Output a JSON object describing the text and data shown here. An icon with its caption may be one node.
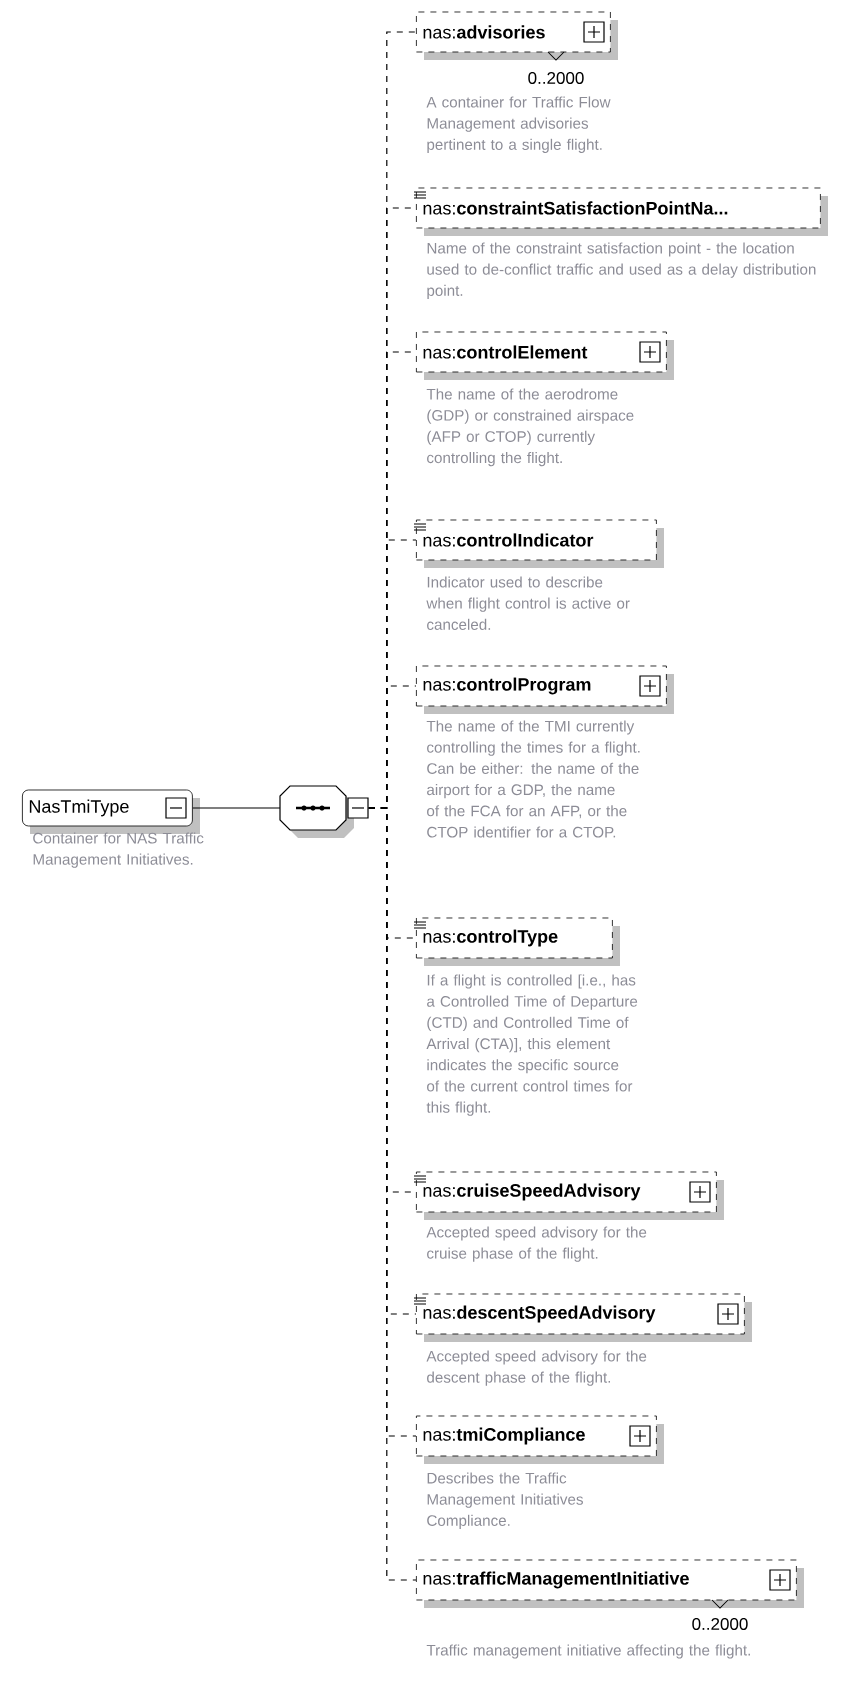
{
  "diagram": {
    "nodes": [
      {
        "text": [
          "NasTmiType"
        ],
        "beside": [
          "Container for NAS Traffic Management Initiatives."
        ]
      },
      {
        "text": [],
        "shape": "octagon"
      },
      {
        "text": [
          "nas:**advisories**"
        ],
        "beside": [
          "0..2000",
          "A container for Traffic Flow Management advisories pertinent to a single flight."
        ]
      },
      {
        "text": [
          "nas:**constraintSatisfactionPointNa...**"
        ],
        "beside": [
          "Name of the constraint satisfaction point - the location used to de-conflict traffic and used as a delay distribution point."
        ]
      },
      {
        "text": [
          "nas:**controlElement**"
        ],
        "beside": [
          "The name of the aerodrome (GDP) or constrained airspace (AFP or CTOP) currently controlling the flight."
        ]
      },
      {
        "text": [
          "nas:**controlIndicator**"
        ],
        "beside": [
          "Indicator used to describe when flight control is active or canceled."
        ]
      },
      {
        "text": [
          "nas:**controlProgram**"
        ],
        "beside": [
          "The name of the TMI currently controlling the times for a flight.  Can be either: the name of the airport for a GDP, the name of the FCA for an AFP, or the CTOP identifier for a CTOP."
        ]
      },
      {
        "text": [
          "nas:**controlType**"
        ],
        "beside": [
          "If a flight is controlled [i.e., has a Controlled Time of Departure (CTD) and Controlled Time of Arrival (CTA)], this element indicates the specific source of the current control times for this flight."
        ]
      },
      {
        "text": [
          "nas:**cruiseSpeedAdvisory**"
        ],
        "beside": [
          "Accepted speed advisory for the cruise phase of the flight."
        ]
      },
      {
        "text": [
          "nas:**descentSpeedAdvisory**"
        ],
        "beside": [
          "Accepted speed advisory for the descent phase of the flight."
        ]
      },
      {
        "text": [
          "nas:**tmiCompliance**"
        ],
        "beside": [
          "Describes the Traffic Management Initiatives Compliance."
        ]
      },
      {
        "text": [
          "nas:**trafficManagementInitiative**"
        ],
        "beside": [
          "0..2000",
          "Traffic management initiative affecting the flight."
        ]
      }
    ],
    "edges": [
      {
        "from": 0,
        "to": 1,
        "arrow": "none"
      },
      {
        "from": 1,
        "to": 2,
        "arrow": "none",
        "style": "dashed"
      },
      {
        "from": 1,
        "to": 3,
        "arrow": "none",
        "style": "dashed"
      },
      {
        "from": 1,
        "to": 4,
        "arrow": "none",
        "style": "dashed"
      },
      {
        "from": 1,
        "to": 5,
        "arrow": "none",
        "style": "dashed"
      },
      {
        "from": 1,
        "to": 6,
        "arrow": "none",
        "style": "dashed"
      },
      {
        "from": 1,
        "to": 7,
        "arrow": "none",
        "style": "dashed"
      },
      {
        "from": 1,
        "to": 8,
        "arrow": "none",
        "style": "dashed"
      },
      {
        "from": 1,
        "to": 9,
        "arrow": "none",
        "style": "dashed"
      },
      {
        "from": 1,
        "to": 10,
        "arrow": "none",
        "style": "dashed"
      },
      {
        "from": 1,
        "to": 11,
        "arrow": "none",
        "style": "dashed"
      }
    ]
  }
}
